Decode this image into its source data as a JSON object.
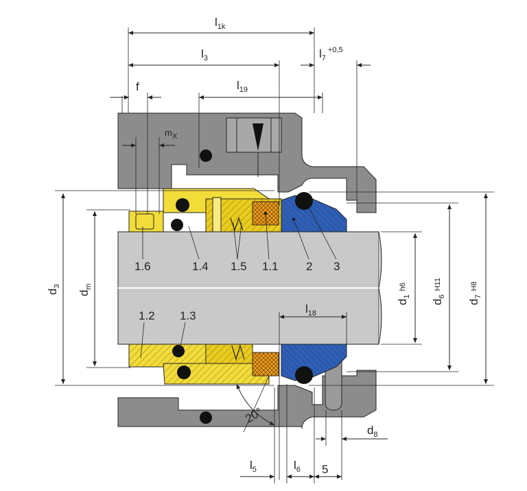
{
  "dimensions": {
    "l1k": {
      "main": "l",
      "sub": "1k"
    },
    "l3": {
      "main": "l",
      "sub": "3"
    },
    "l7": {
      "main": "l",
      "sub": "7",
      "sup": "+0,5"
    },
    "l19": {
      "main": "l",
      "sub": "19"
    },
    "f": "f",
    "mx": {
      "main": "m",
      "sub": "X"
    },
    "d3": {
      "main": "d",
      "sub": "3"
    },
    "dm": {
      "main": "d",
      "sub": "m"
    },
    "d1": {
      "main": "d",
      "sub": "1",
      "tol": "h6"
    },
    "d6": {
      "main": "d",
      "sub": "6",
      "tol": "H11"
    },
    "d7": {
      "main": "d",
      "sub": "7",
      "tol": "H8"
    },
    "l18": {
      "main": "l",
      "sub": "18"
    },
    "d8": {
      "main": "d",
      "sub": "8"
    },
    "l5": {
      "main": "l",
      "sub": "5"
    },
    "l6": {
      "main": "l",
      "sub": "6"
    },
    "five": "5",
    "angle": "20°"
  },
  "parts": {
    "p1_6": "1.6",
    "p1_4": "1.4",
    "p1_5": "1.5",
    "p1_1": "1.1",
    "p2": "2",
    "p3": "3",
    "p1_2": "1.2",
    "p1_3": "1.3"
  },
  "colors": {
    "housing": "#8c8c8c",
    "shaft": "#c9c9c9",
    "brass": "#f2dc3a",
    "carbon": "#f0a020",
    "seat": "#2f5fb5",
    "oring": "#111111"
  }
}
